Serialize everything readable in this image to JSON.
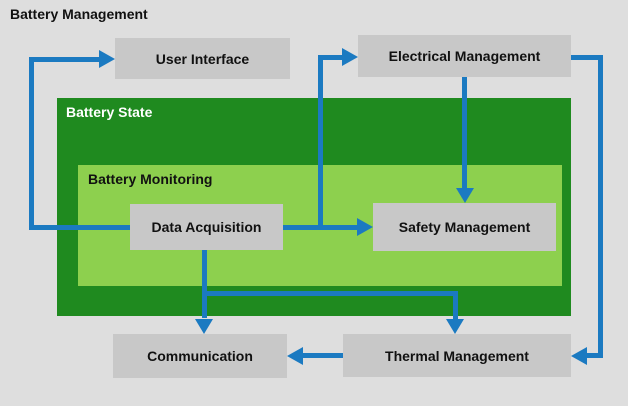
{
  "title": "Battery Management",
  "containers": {
    "battery_state": {
      "label": "Battery State"
    },
    "battery_monitoring": {
      "label": "Battery Monitoring"
    }
  },
  "nodes": {
    "user_interface": {
      "label": "User Interface"
    },
    "electrical_management": {
      "label": "Electrical Management"
    },
    "data_acquisition": {
      "label": "Data Acquisition"
    },
    "safety_management": {
      "label": "Safety Management"
    },
    "communication": {
      "label": "Communication"
    },
    "thermal_management": {
      "label": "Thermal Management"
    }
  },
  "edges": [
    {
      "from": "Data Acquisition",
      "to": "User Interface"
    },
    {
      "from": "Data Acquisition",
      "to": "Electrical Management"
    },
    {
      "from": "Data Acquisition",
      "to": "Safety Management"
    },
    {
      "from": "Electrical Management",
      "to": "Safety Management"
    },
    {
      "from": "Electrical Management",
      "to": "Thermal Management"
    },
    {
      "from": "Data Acquisition",
      "to": "Communication"
    },
    {
      "from": "Data Acquisition",
      "to": "Thermal Management"
    },
    {
      "from": "Thermal Management",
      "to": "Communication"
    }
  ],
  "colors": {
    "background": "#dedede",
    "arrow_blue": "#1b7ac1",
    "battery_state_green": "#1f8a1f",
    "battery_monitoring_green": "#8dd04e",
    "node_gray": "#c8c8c8",
    "text_black": "#111111",
    "battery_state_label": "#ffffff"
  }
}
